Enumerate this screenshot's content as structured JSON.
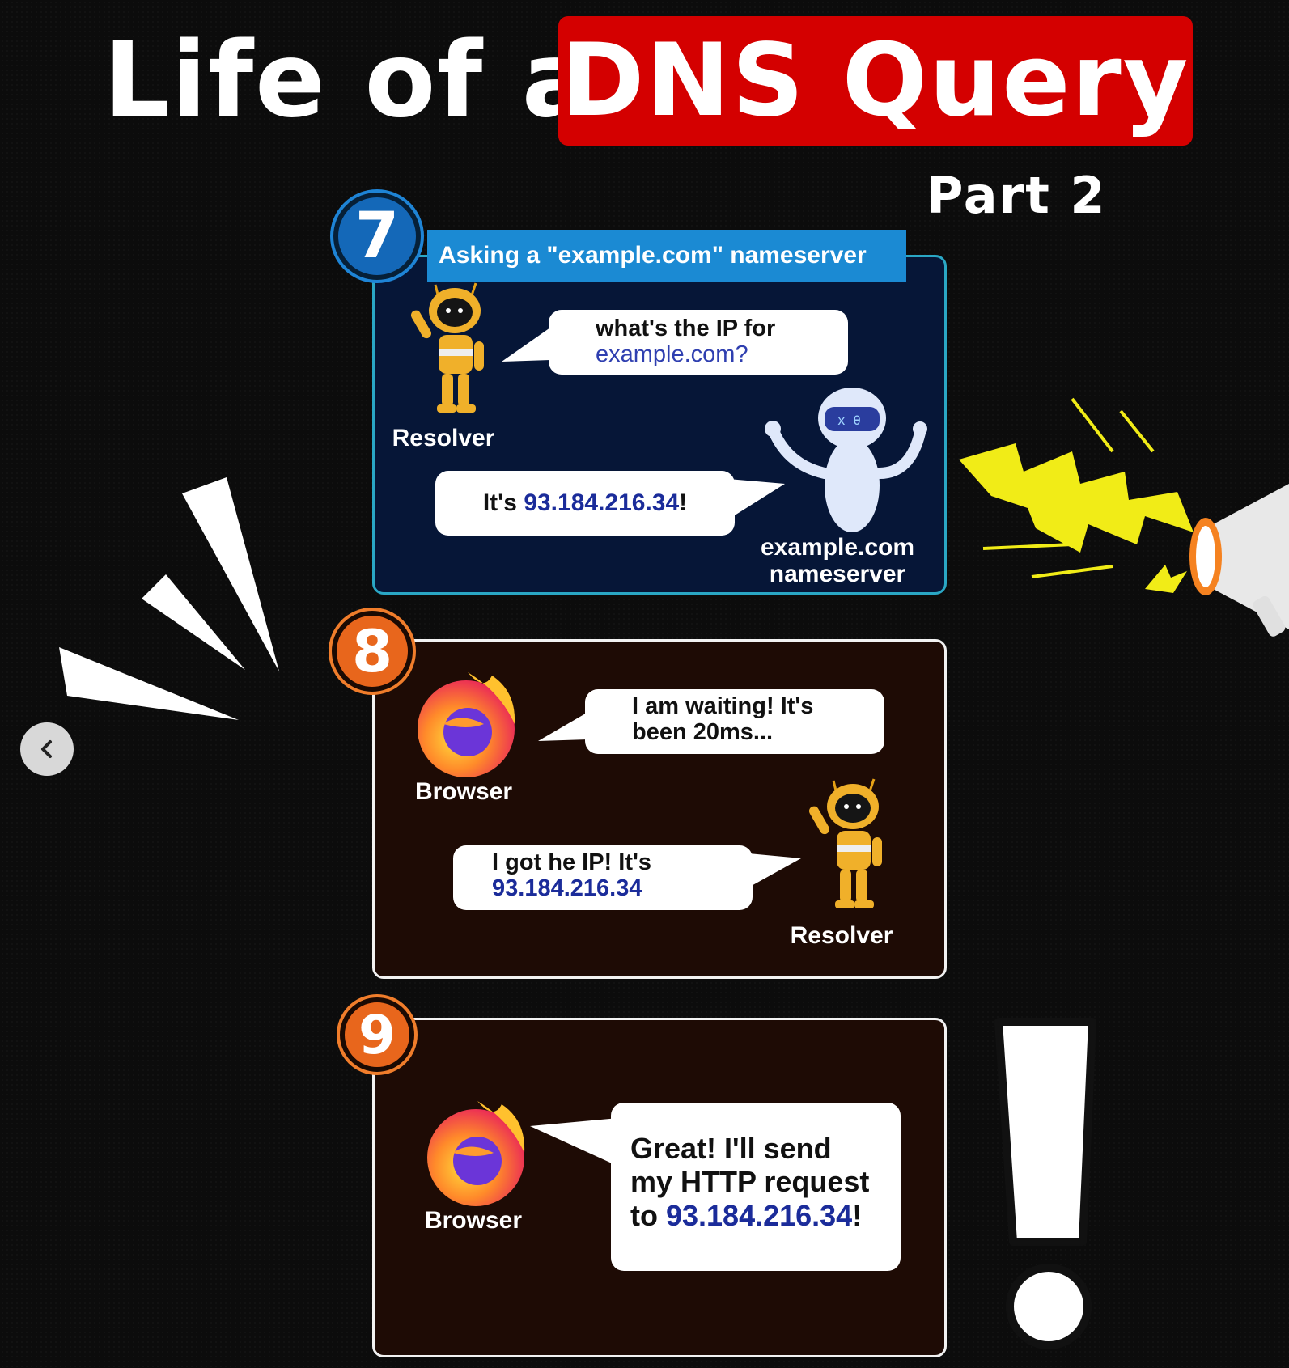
{
  "title": {
    "white": "Life of a",
    "red": "DNS Query",
    "part": "Part 2"
  },
  "step7": {
    "number": "7",
    "header": "Asking a \"example.com\" nameserver",
    "resolver_label": "Resolver",
    "question_line1": "what's the IP for",
    "question_line2": "example.com?",
    "answer_prefix": "It's ",
    "answer_ip": "93.184.216.34",
    "answer_suffix": "!",
    "nameserver_label_line1": "example.com",
    "nameserver_label_line2": "nameserver"
  },
  "step8": {
    "number": "8",
    "browser_label": "Browser",
    "waiting_line1": "I am waiting! It's",
    "waiting_line2": "been 20ms...",
    "reply_line1": "I got he IP! It's",
    "reply_ip": "93.184.216.34",
    "resolver_label": "Resolver"
  },
  "step9": {
    "number": "9",
    "browser_label": "Browser",
    "line1": "Great! I'll send",
    "line2": "my HTTP request",
    "line3_prefix": "to ",
    "line3_ip": "93.184.216.34",
    "line3_suffix": "!"
  },
  "colors": {
    "title_red": "#d40000",
    "step7_panel": "#061637",
    "step7_border": "#2aa7c5",
    "step89_panel": "#1e0b05",
    "ip_blue": "#1b2c9a",
    "badge_blue": "#1468b8",
    "badge_orange": "#e8661c"
  },
  "icons": [
    "chevron-left-icon",
    "robot-resolver-icon",
    "robot-nameserver-icon",
    "firefox-browser-icon",
    "megaphone-icon",
    "lightning-bolt-icon",
    "exclamation-mark-icon"
  ]
}
